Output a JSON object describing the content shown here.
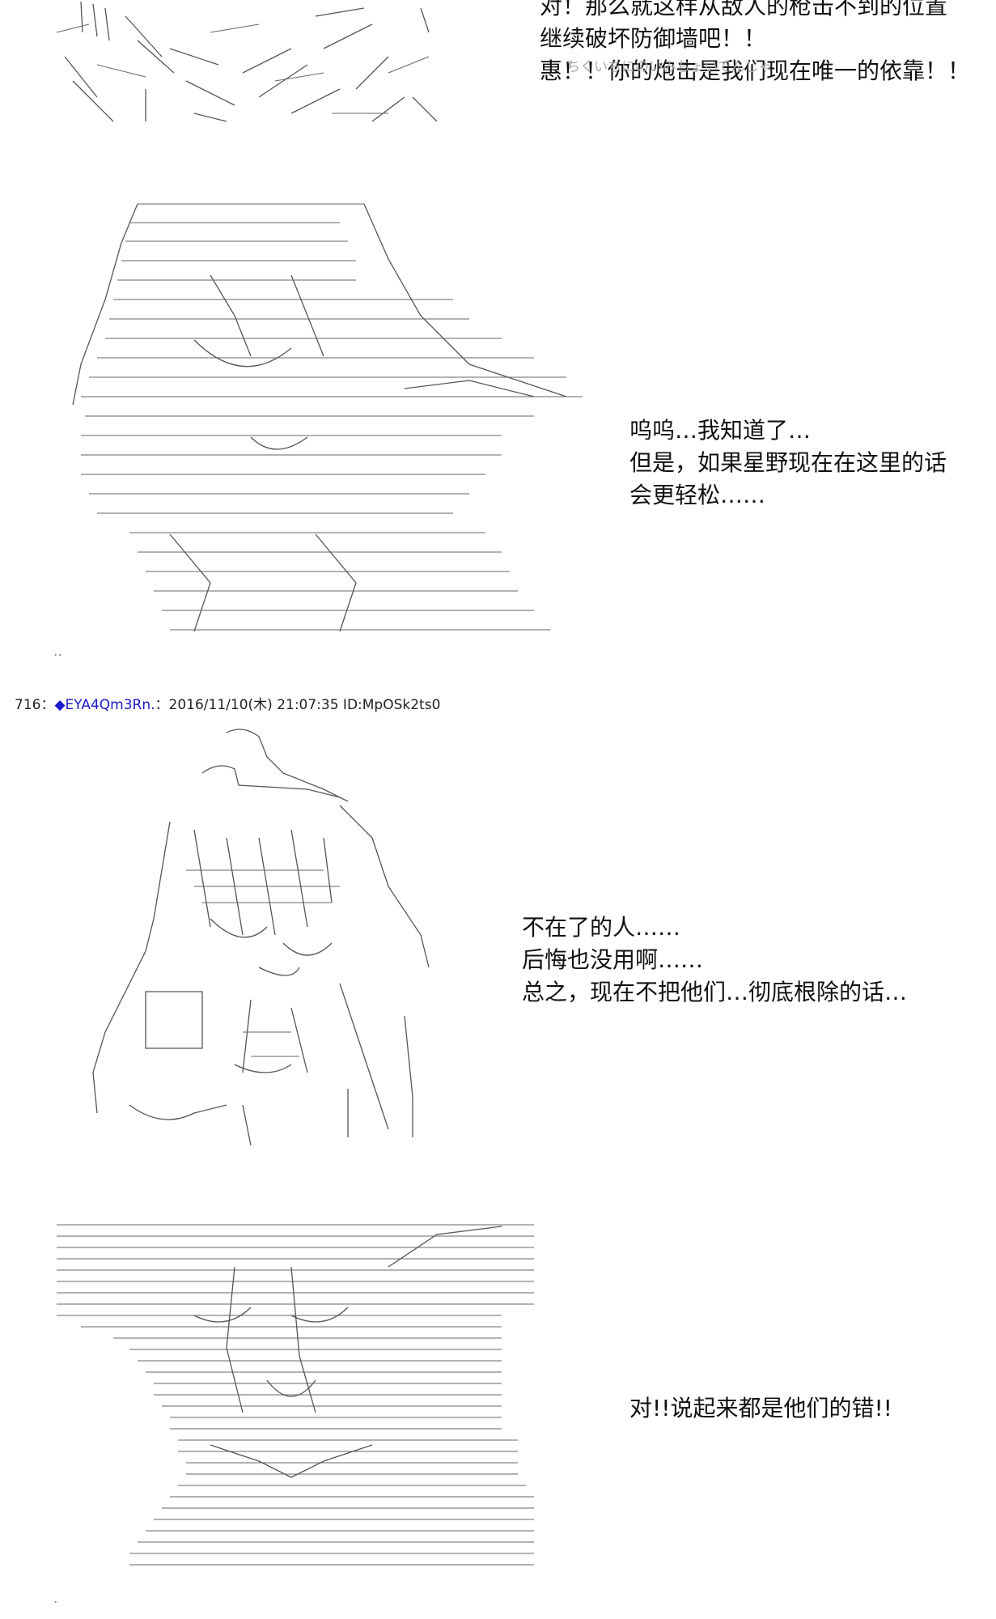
{
  "panels": [
    {
      "id": "panel-1",
      "dialogue": [
        "对！那么就这样从敌人的枪击不到的位置",
        "继续破坏防御墙吧！！",
        "惠！！你的炮击是我们现在唯一的依靠！！"
      ],
      "overlay_text": "ちくいちにのいみちょいでんじゃ"
    },
    {
      "id": "panel-2",
      "dialogue": [
        "呜呜…我知道了…",
        "但是，如果星野现在在这里的话",
        "会更轻松……"
      ]
    },
    {
      "id": "panel-3",
      "dialogue": [
        "不在了的人……",
        "后悔也没用啊……",
        "总之，现在不把他们…彻底根除的话…"
      ]
    },
    {
      "id": "panel-4",
      "dialogue": [
        "对!!说起来都是他们的错!!"
      ]
    }
  ],
  "post_header": {
    "number": "716：",
    "trip": "◆EYA4Qm3Rn.",
    "meta": "：2016/11/10(木) 21:07:35 ID:MpOSk2ts0"
  },
  "colors": {
    "text": "#111111",
    "trip": "#1a1acc",
    "art": "#555555"
  }
}
